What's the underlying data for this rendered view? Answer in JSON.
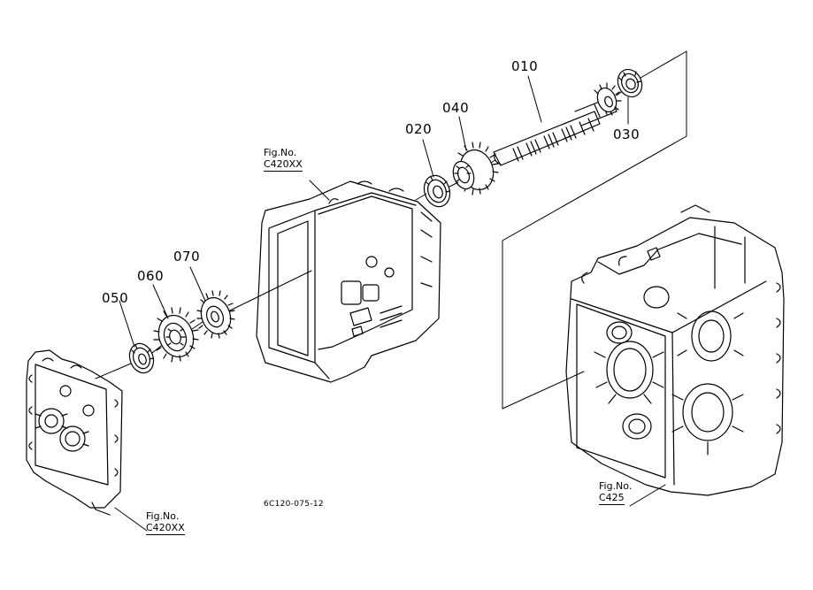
{
  "parts": [
    {
      "id": "p010",
      "number": "010"
    },
    {
      "id": "p020",
      "number": "020"
    },
    {
      "id": "p030",
      "number": "030"
    },
    {
      "id": "p040",
      "number": "040"
    },
    {
      "id": "p050",
      "number": "050"
    },
    {
      "id": "p060",
      "number": "060"
    },
    {
      "id": "p070",
      "number": "070"
    }
  ],
  "figure_refs": [
    {
      "prefix": "Fig.No.",
      "code": "C420XX"
    },
    {
      "prefix": "Fig.No.",
      "code": "C420XX"
    },
    {
      "prefix": "Fig.No.",
      "code": "C425"
    }
  ],
  "drawing_number": "6C120-075-12",
  "colors": {
    "ink": "#000000",
    "paper": "#ffffff"
  }
}
